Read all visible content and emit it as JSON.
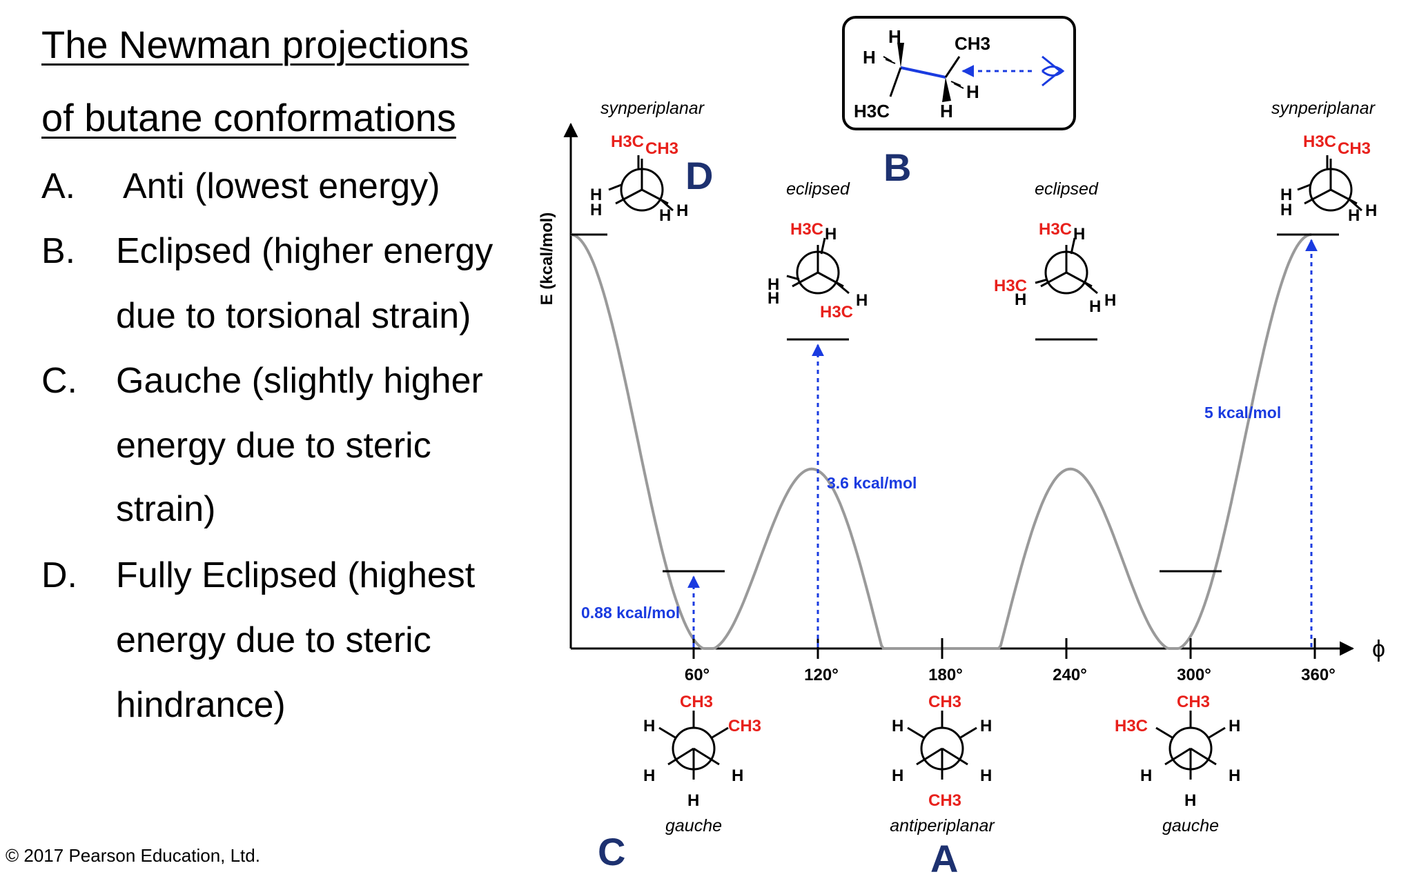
{
  "text_panel": {
    "title_line1": "The Newman projections",
    "title_line2": "of butane conformations",
    "items": [
      {
        "letter": "A.",
        "lines": [
          "Anti (lowest energy)"
        ]
      },
      {
        "letter": "B.",
        "lines": [
          "Eclipsed (higher energy",
          "due to torsional strain)"
        ]
      },
      {
        "letter": "C.",
        "lines": [
          "Gauche (slightly higher",
          "energy due to steric",
          "strain)"
        ]
      },
      {
        "letter": "D.",
        "lines": [
          "Fully Eclipsed (highest",
          "energy due to steric",
          "hindrance)"
        ]
      }
    ],
    "copyright": "© 2017 Pearson Education, Ltd."
  },
  "diagram": {
    "y_axis_label": "E (kcal/mol)",
    "x_axis_symbol": "ϕ",
    "x_ticks": [
      "60°",
      "120°",
      "180°",
      "240°",
      "300°",
      "360°"
    ],
    "top_labels": [
      "synperiplanar",
      "eclipsed",
      "eclipsed",
      "synperiplanar"
    ],
    "bottom_labels": [
      "gauche",
      "antiperiplanar",
      "gauche"
    ],
    "energy_labels": [
      "0.88 kcal/mol",
      "3.6 kcal/mol",
      "5 kcal/mol"
    ],
    "letters": {
      "A": "A",
      "B": "B",
      "C": "C",
      "D": "D"
    },
    "atoms": {
      "H": "H",
      "CH3": "CH3",
      "H3C": "H3C"
    },
    "colors": {
      "curve": "#9a9a9a",
      "arrow": "#1a3be0",
      "methyl": "#e8211c",
      "letter": "#1d3170"
    }
  }
}
